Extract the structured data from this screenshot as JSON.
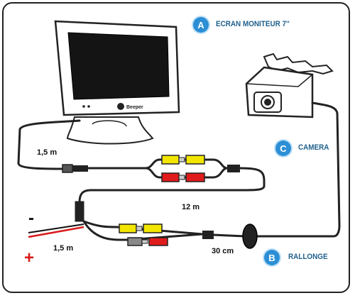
{
  "labels": {
    "a": {
      "badge": "A",
      "text": "ECRAN MONITEUR 7''"
    },
    "b": {
      "badge": "B",
      "text": "RALLONGE"
    },
    "c": {
      "badge": "C",
      "text": "CAMERA"
    }
  },
  "lengths": {
    "monitor_cable": "1,5 m",
    "extension": "12 m",
    "power": "1,5 m",
    "camera_cable": "30 cm"
  },
  "polarity": {
    "negative": "-",
    "positive": "+"
  },
  "monitor_brand": "Beeper",
  "colors": {
    "accent": "#2c8fd6",
    "label_text": "#1f5f8c",
    "cable": "#222222",
    "video_plug": "#f2e600",
    "audio_plug": "#e01b1b",
    "power_red": "#d91a1a"
  }
}
